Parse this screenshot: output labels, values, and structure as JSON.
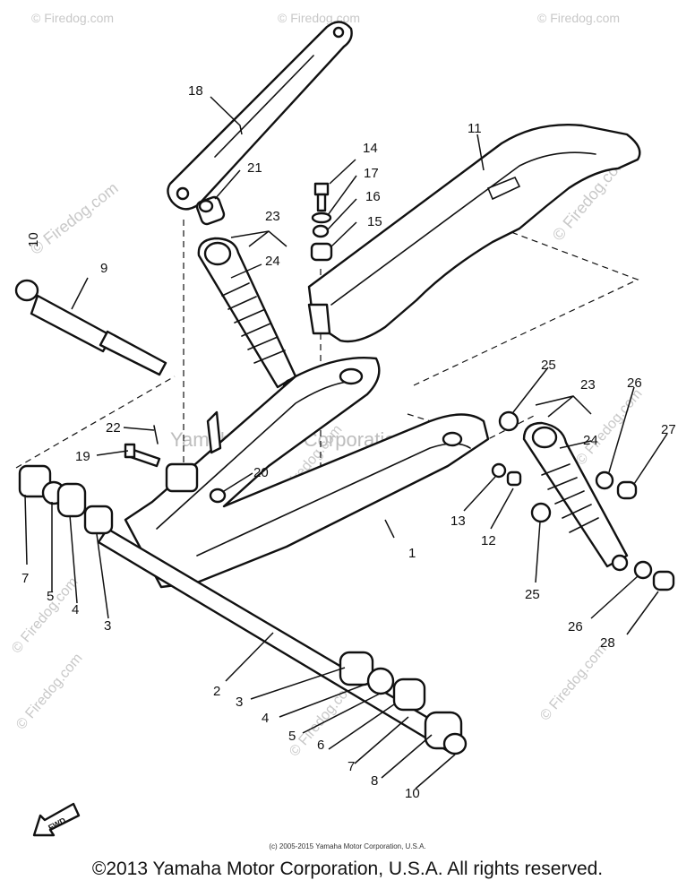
{
  "watermarks": {
    "site": "© Firedog.com",
    "center": "Yamaha Motor Corporation, U.S.A."
  },
  "callouts": [
    "1",
    "2",
    "3",
    "3",
    "4",
    "4",
    "5",
    "5",
    "6",
    "7",
    "7",
    "8",
    "9",
    "10",
    "10",
    "11",
    "12",
    "13",
    "14",
    "15",
    "16",
    "17",
    "18",
    "19",
    "20",
    "21",
    "22",
    "23",
    "23",
    "24",
    "24",
    "25",
    "25",
    "26",
    "26",
    "27",
    "28"
  ],
  "fwd_label": "FWD",
  "copyright_small": "(c) 2005-2015 Yamaha Motor Corporation, U.S.A.",
  "copyright_main": "©2013 Yamaha Motor Corporation, U.S.A. All rights reserved."
}
